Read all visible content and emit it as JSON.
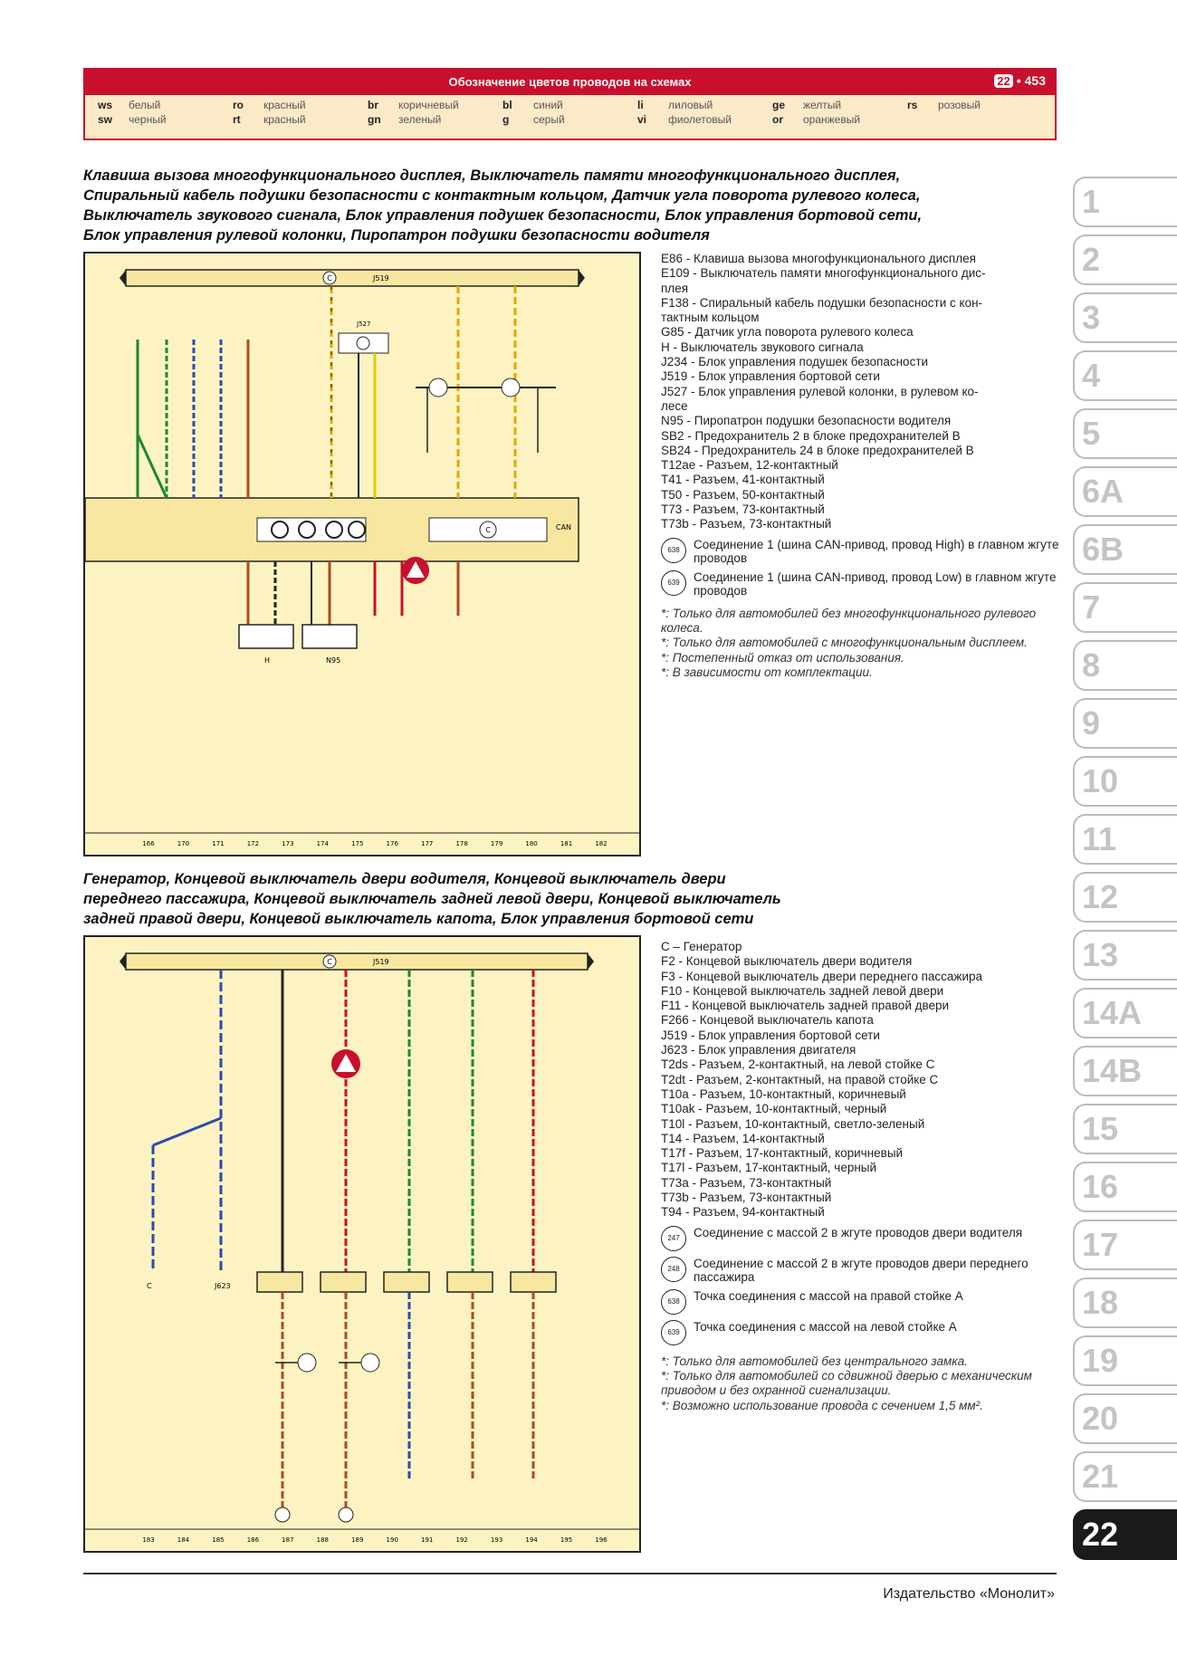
{
  "header": {
    "title": "Обозначение цветов проводов на схемах",
    "chapter": "22",
    "page": "453",
    "colors": [
      {
        "code": "ws",
        "name": "белый"
      },
      {
        "code": "ro",
        "name": "красный"
      },
      {
        "code": "br",
        "name": "коричневый"
      },
      {
        "code": "bl",
        "name": "синий"
      },
      {
        "code": "li",
        "name": "лиловый"
      },
      {
        "code": "ge",
        "name": "желтый"
      },
      {
        "code": "rs",
        "name": "розовый"
      },
      {
        "code": "sw",
        "name": "черный"
      },
      {
        "code": "rt",
        "name": "красный"
      },
      {
        "code": "gn",
        "name": "зеленый"
      },
      {
        "code": "g",
        "name": "серый"
      },
      {
        "code": "vi",
        "name": "фиолетовый"
      },
      {
        "code": "or",
        "name": "оранжевый"
      }
    ]
  },
  "section1": {
    "title": [
      "Клавиша вызова многофункционального дисплея, Выключатель памяти многофункционального дисплея,",
      "Спиральный кабель подушки безопасности с контактным кольцом, Датчик угла поворота рулевого колеса,",
      "Выключатель звукового сигнала, Блок управления подушек безопасности, Блок управления бортовой сети,",
      "Блок управления рулевой колонки, Пиропатрон подушки безопасности водителя"
    ],
    "legend": [
      "E86 - Клавиша вызова многофункционального дисплея",
      "E109 - Выключатель памяти многофункционального дис-",
      "плея",
      "F138 - Спиральный кабель подушки безопасности с кон-",
      "тактным кольцом",
      "G85 - Датчик угла поворота рулевого колеса",
      "H - Выключатель звукового сигнала",
      "J234 - Блок управления подушек безопасности",
      "J519 - Блок управления бортовой сети",
      "J527 - Блок управления рулевой колонки, в рулевом ко-",
      "лесе",
      "N95 - Пиропатрон подушки безопасности водителя",
      "SB2 - Предохранитель 2 в блоке предохранителей B",
      "SB24 - Предохранитель 24 в блоке предохранителей B",
      "T12ae - Разъем, 12-контактный",
      "T41 - Разъем, 41-контактный",
      "T50 - Разъем, 50-контактный",
      "T73 - Разъем, 73-контактный",
      "T73b - Разъем, 73-контактный"
    ],
    "connections": [
      {
        "id": "638",
        "text": "Соединение 1 (шина CAN-привод, провод High) в главном жгуте проводов"
      },
      {
        "id": "639",
        "text": "Соединение 1 (шина CAN-привод, провод Low) в главном жгуте проводов"
      }
    ],
    "notes": [
      "*: Только для автомобилей без многофункционального рулевого колеса.",
      "*: Только для автомобилей с многофункциональным дисплеем.",
      "*: Постепенный отказ от использования.",
      "*: В зависимости от комплектации."
    ],
    "diagram_labels": {
      "top_bus": "J519",
      "ctrl": "J527",
      "can": "CAN",
      "bottom_left": "H",
      "bottom_mid": "N95"
    },
    "axis": [
      "166",
      "170",
      "171",
      "172",
      "173",
      "174",
      "175",
      "176",
      "177",
      "178",
      "179",
      "180",
      "181",
      "182"
    ]
  },
  "section2": {
    "title": [
      "Генератор, Концевой выключатель двери водителя, Концевой выключатель двери",
      "переднего пассажира, Концевой выключатель задней левой двери, Концевой выключатель",
      "задней правой двери, Концевой выключатель капота, Блок управления бортовой сети"
    ],
    "legend": [
      "C – Генератор",
      "F2 - Концевой выключатель двери водителя",
      "F3 - Концевой выключатель двери переднего пассажира",
      "F10 - Концевой выключатель задней левой двери",
      "F11 - Концевой выключатель задней правой двери",
      "F266 - Концевой выключатель капота",
      "J519 - Блок управления бортовой сети",
      "J623 - Блок управления двигателя",
      "T2ds - Разъем, 2-контактный, на левой стойке C",
      "T2dt - Разъем, 2-контактный, на правой стойке C",
      "T10a - Разъем, 10-контактный, коричневый",
      "T10ak - Разъем, 10-контактный, черный",
      "T10l - Разъем, 10-контактный, светло-зеленый",
      "T14 - Разъем, 14-контактный",
      "T17f - Разъем, 17-контактный, коричневый",
      "T17l - Разъем, 17-контактный, черный",
      "T73a - Разъем, 73-контактный",
      "T73b - Разъем, 73-контактный",
      "T94 - Разъем, 94-контактный"
    ],
    "connections": [
      {
        "id": "247",
        "text": "Соединение с массой 2 в жгуте проводов двери водителя"
      },
      {
        "id": "248",
        "text": "Соединение с массой 2 в жгуте проводов двери переднего пассажира"
      },
      {
        "id": "638",
        "text": "Точка соединения с массой на правой стойке A"
      },
      {
        "id": "639",
        "text": "Точка соединения с массой на левой стойке A"
      }
    ],
    "notes": [
      "*: Только для автомобилей без центрального замка.",
      "*: Только для автомобилей со сдвижной дверью с механическим приводом и без охранной сигнализации.",
      "*: Возможно использование провода с сечением 1,5 мм²."
    ],
    "diagram_labels": {
      "top_bus": "J519",
      "gen": "C",
      "ecu": "J623"
    },
    "axis": [
      "183",
      "184",
      "185",
      "186",
      "187",
      "188",
      "189",
      "190",
      "191",
      "192",
      "193",
      "194",
      "195",
      "196"
    ]
  },
  "tabs": [
    "1",
    "2",
    "3",
    "4",
    "5",
    "6A",
    "6B",
    "7",
    "8",
    "9",
    "10",
    "11",
    "12",
    "13",
    "14A",
    "14B",
    "15",
    "16",
    "17",
    "18",
    "19",
    "20",
    "21",
    "22"
  ],
  "active_tab": "22",
  "footer": "Издательство «Монолит»",
  "colors": {
    "accent": "#c8102e",
    "panel_bg": "#fdf3c2",
    "header_bg": "#fbe9c8"
  }
}
